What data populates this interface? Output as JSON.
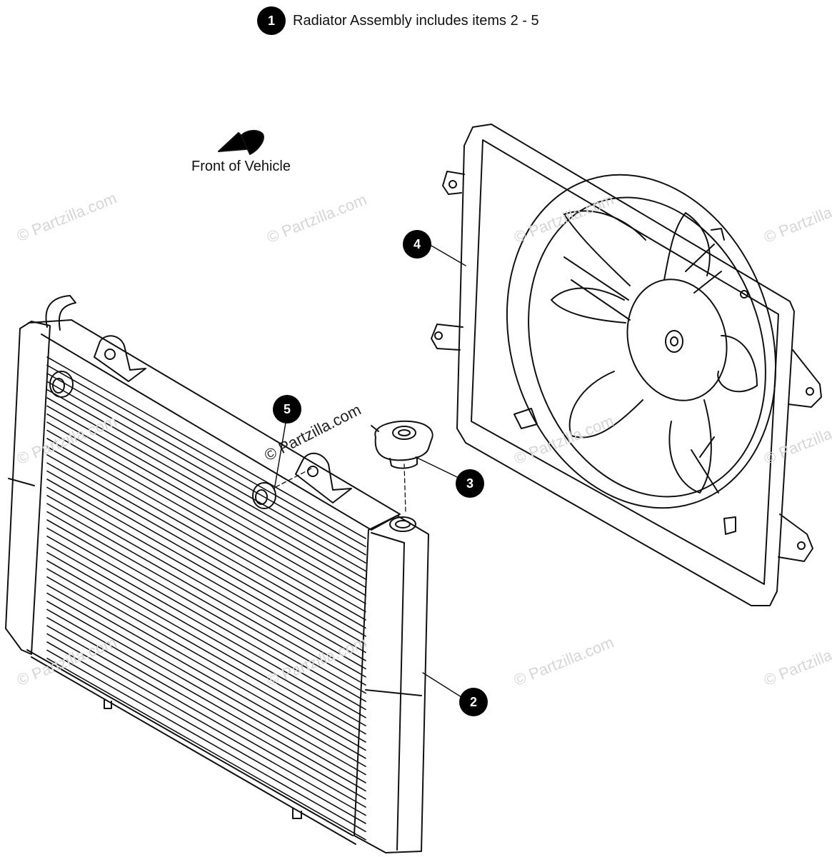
{
  "legend": {
    "number": "1",
    "text": "Radiator Assembly includes items 2 - 5"
  },
  "direction": {
    "label": "Front of Vehicle"
  },
  "callouts": [
    {
      "id": "2",
      "label": "2"
    },
    {
      "id": "3",
      "label": "3"
    },
    {
      "id": "4",
      "label": "4"
    },
    {
      "id": "5",
      "label": "5"
    }
  ],
  "watermark": {
    "text": "© Partzilla.com",
    "overlay_text": "© Partzilla.com"
  }
}
